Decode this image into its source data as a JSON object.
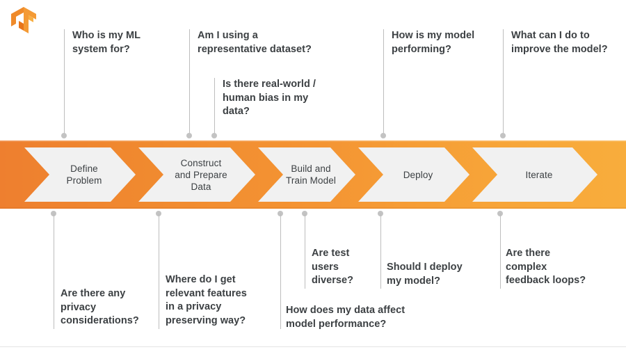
{
  "logo": {
    "name": "tensorflow-logo",
    "colors": {
      "light": "#f7a93b",
      "mid": "#f08f2c",
      "dark": "#e8751a"
    }
  },
  "band": {
    "gradient_from": "#ee7f2f",
    "gradient_to": "#f8ad3c",
    "chevron_fill": "#f1f1f1"
  },
  "steps": [
    {
      "label": "Define\nProblem"
    },
    {
      "label": "Construct\nand Prepare\nData"
    },
    {
      "label": "Build and\nTrain Model"
    },
    {
      "label": "Deploy"
    },
    {
      "label": "Iterate"
    }
  ],
  "questions_above": [
    {
      "text": "Who is my ML\nsystem for?"
    },
    {
      "text": "Am I using a\nrepresentative dataset?"
    },
    {
      "text": "Is there real-world /\nhuman bias in my\ndata?"
    },
    {
      "text": "How is my model\nperforming?"
    },
    {
      "text": "What can I do to\nimprove the model?"
    }
  ],
  "questions_below": [
    {
      "text": "Are there any\nprivacy\nconsiderations?"
    },
    {
      "text": "Where do I get\nrelevant features\nin a privacy\npreserving way?"
    },
    {
      "text": "How does my data affect\nmodel performance?"
    },
    {
      "text": "Are test\nusers\ndiverse?"
    },
    {
      "text": "Should I deploy\nmy model?"
    },
    {
      "text": "Are there\ncomplex\nfeedback loops?"
    }
  ]
}
